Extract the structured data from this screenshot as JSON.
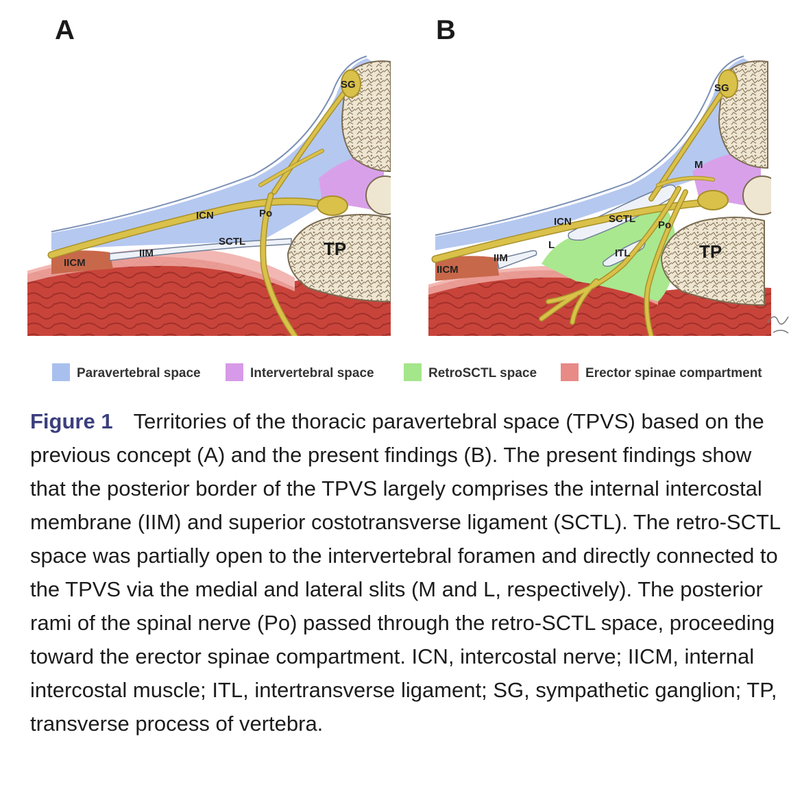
{
  "panels": [
    {
      "letter": "A",
      "labels": {
        "sg": "SG",
        "icn": "ICN",
        "po": "Po",
        "sctl": "SCTL",
        "iim": "IIM",
        "iicm": "IICM",
        "tp": "TP"
      }
    },
    {
      "letter": "B",
      "labels": {
        "sg": "SG",
        "m": "M",
        "icn": "ICN",
        "sctl": "SCTL",
        "po": "Po",
        "l": "L",
        "itl": "ITL",
        "iim": "IIM",
        "iicm": "IICM",
        "tp": "TP"
      }
    }
  ],
  "legend": [
    {
      "label": "Paravertebral space",
      "color": "#a9c0ee"
    },
    {
      "label": "Intervertebral space",
      "color": "#d79ae8"
    },
    {
      "label": "RetroSCTL space",
      "color": "#a4e68a"
    },
    {
      "label": "Erector spinae compartment",
      "color": "#e88a86"
    }
  ],
  "caption": {
    "figure_label": "Figure 1",
    "text": "Territories of the thoracic paravertebral space (TPVS) based on the previous concept (A) and the present findings (B). The present findings show that the posterior border of the TPVS largely comprises the internal intercostal membrane (IIM) and superior costotransverse ligament (SCTL). The retro-SCTL space was partially open to the intervertebral foramen and directly connected to the TPVS via the medial and lateral slits (M and L, respectively). The posterior rami of the spinal nerve (Po) passed through the retro-SCTL space, proceeding toward the erector spinae compartment. ICN, intercostal nerve; IICM, internal intercostal muscle; ITL, intertransverse ligament; SG, sympathetic ganglion; TP, transverse process of vertebra."
  },
  "colors": {
    "nerve": "#d9c14a",
    "nerve_outline": "#a8902a",
    "bone": "#e8dcc3",
    "muscle": "#c9433a",
    "membrane": "#eef2f8"
  }
}
